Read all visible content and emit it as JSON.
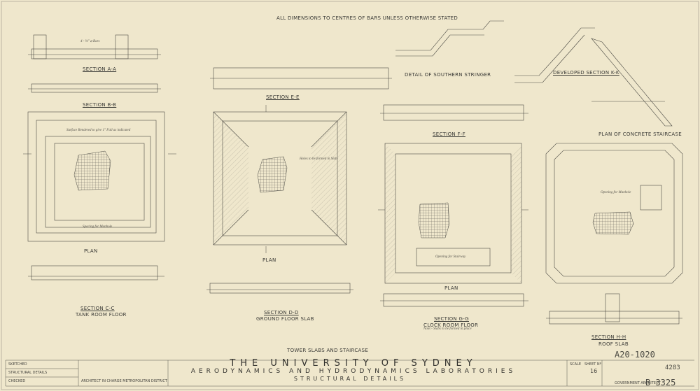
{
  "header_note": "ALL DIMENSIONS TO CENTRES OF BARS UNLESS OTHERWISE STATED",
  "sections": {
    "a": "SECTION A-A",
    "b": "SECTION B-B",
    "c": "SECTION C-C",
    "c_sub": "TANK ROOM FLOOR",
    "d": "SECTION D-D",
    "d_sub": "GROUND FLOOR SLAB",
    "e": "SECTION E-E",
    "f": "SECTION F-F",
    "g": "SECTION G-G",
    "g_sub": "CLOCK ROOM FLOOR",
    "h": "SECTION H-H",
    "h_sub": "ROOF SLAB",
    "k": "DEVELOPED SECTION K-K",
    "stringer": "DETAIL OF SOUTHERN STRINGER",
    "staircase_plan": "PLAN OF CONCRETE STAIRCASE",
    "plan1": "PLAN",
    "plan2": "PLAN",
    "plan3": "PLAN"
  },
  "notes": {
    "n1": "4 - ⅝\" ⌀ Bars",
    "n2": "Surface Rendered to give 1\" Fall as indicated",
    "n3": "Spacing for Manhole",
    "n4": "Opening for Stairway",
    "n5": "Holes to be formed in Slab",
    "n6": "Note:- Slabs to be formed in place",
    "n7": "Opening for Manhole"
  },
  "sheet_heading": "TOWER SLABS AND STAIRCASE",
  "title_block": {
    "university": "THE UNIVERSITY OF SYDNEY",
    "laboratory": "AERODYNAMICS AND HYDRODYNAMICS LABORATORIES",
    "subject": "STRUCTURAL DETAILS",
    "rows": [
      "SKETCHED",
      "STRUCTURAL DETAILS",
      "CHECKED"
    ],
    "architect": "ARCHITECT IN CHARGE METROPOLITAN DISTRICT",
    "scale_label": "SCALE",
    "sheet_label": "SHEET Nº",
    "sheet_no": "16",
    "govt_architect": "GOVERNMENT ARCHITECT"
  },
  "ref_number": "A20-1020",
  "corner_number": "4283",
  "stamp_number": "B 3325"
}
